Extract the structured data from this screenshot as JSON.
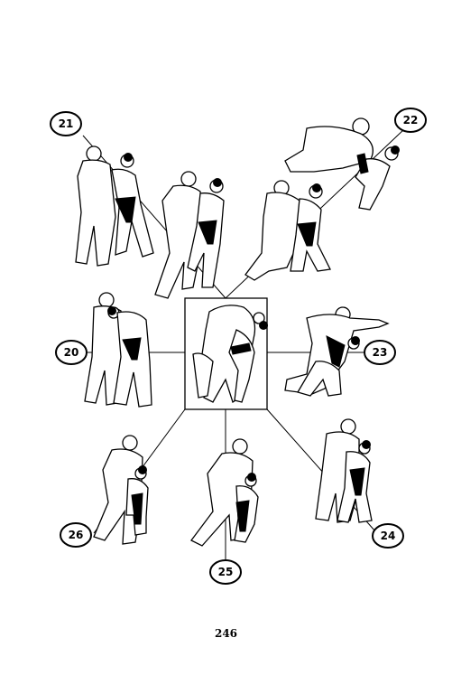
{
  "labels": {
    "step_21": "21",
    "step_22": "22",
    "step_20": "20",
    "step_23": "23",
    "step_26": "26",
    "step_25": "25",
    "step_24": "24"
  },
  "page_number": "246"
}
